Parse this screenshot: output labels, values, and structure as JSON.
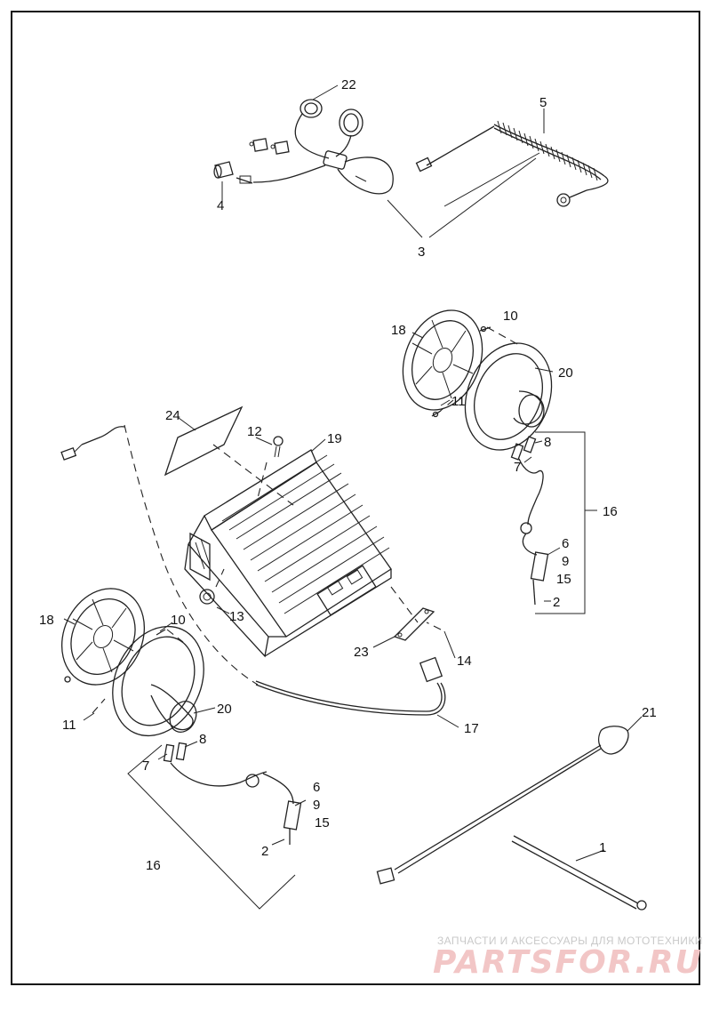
{
  "callouts": {
    "c1": "1",
    "c2a": "2",
    "c2b": "2",
    "c3": "3",
    "c4": "4",
    "c5": "5",
    "c6a": "6",
    "c6b": "6",
    "c7a": "7",
    "c7b": "7",
    "c8a": "8",
    "c8b": "8",
    "c9a": "9",
    "c9b": "9",
    "c10a": "10",
    "c10b": "10",
    "c11a": "11",
    "c11b": "11",
    "c12": "12",
    "c13": "13",
    "c14": "14",
    "c15a": "15",
    "c15b": "15",
    "c16a": "16",
    "c16b": "16",
    "c17": "17",
    "c18a": "18",
    "c18b": "18",
    "c19": "19",
    "c20a": "20",
    "c20b": "20",
    "c21": "21",
    "c22": "22",
    "c23": "23",
    "c24": "24"
  },
  "watermark": {
    "tagline": "ЗАПЧАСТИ И АКСЕССУАРЫ ДЛЯ МОТОТЕХНИКИ",
    "logo": "PARTSFOR.RU"
  },
  "colors": {
    "line": "#222222",
    "watermark": "#f2c6c6"
  }
}
